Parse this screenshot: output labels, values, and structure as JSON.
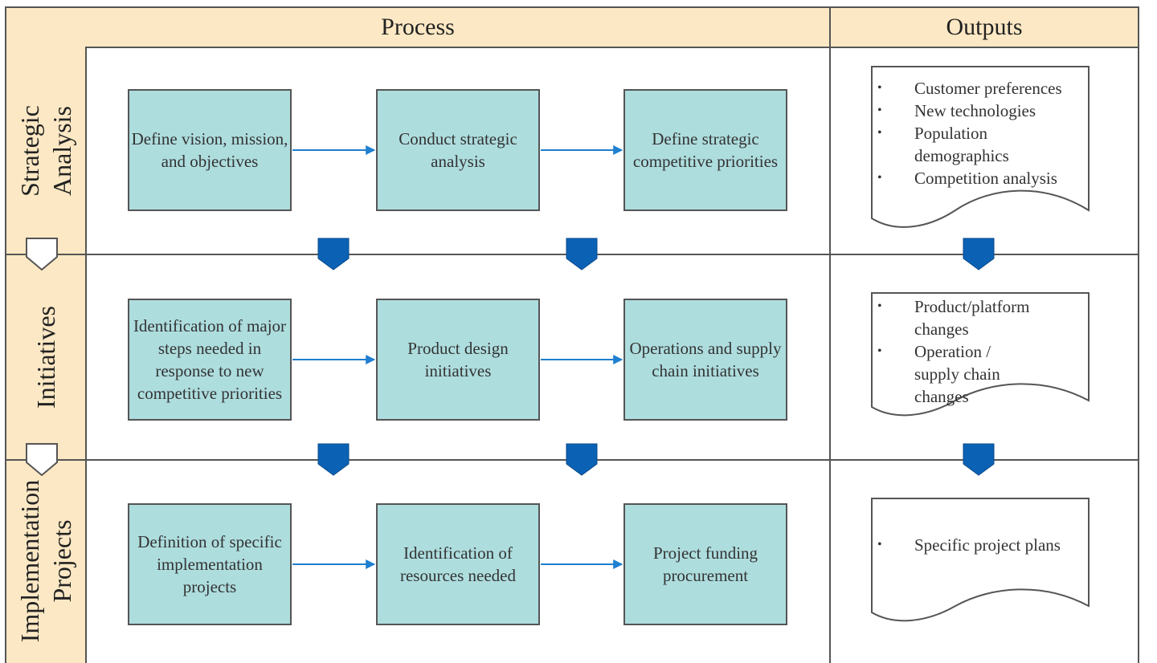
{
  "headers": {
    "process": "Process",
    "outputs": "Outputs"
  },
  "lanes": [
    {
      "label": "Strategic\nAnalysis",
      "steps": [
        "Define vision, mission, and objectives",
        "Conduct strategic analysis",
        "Define strategic competitive priorities"
      ],
      "outputs": [
        "Customer preferences",
        "New technologies",
        "Population demographics",
        "Competition analysis"
      ]
    },
    {
      "label": "Initiatives",
      "steps": [
        "Identification of major steps needed in response to new competitive priorities",
        "Product design initiatives",
        "Operations and supply chain initiatives"
      ],
      "outputs": [
        "Product/platform changes",
        "Operation / supply chain changes"
      ]
    },
    {
      "label": "Implementation\nProjects",
      "steps": [
        "Definition of specific implementation projects",
        "Identification of resources needed",
        "Project funding procurement"
      ],
      "outputs": [
        "Specific project plans"
      ]
    }
  ],
  "colors": {
    "header_fill": "#fce8c4",
    "step_fill": "#aeddde",
    "arrow": "#1f7fd0",
    "connector": "#0b62b5",
    "line": "#555555"
  },
  "icons": [
    "flow-arrow-icon",
    "offpage-connector-icon",
    "lane-transition-marker-icon"
  ]
}
